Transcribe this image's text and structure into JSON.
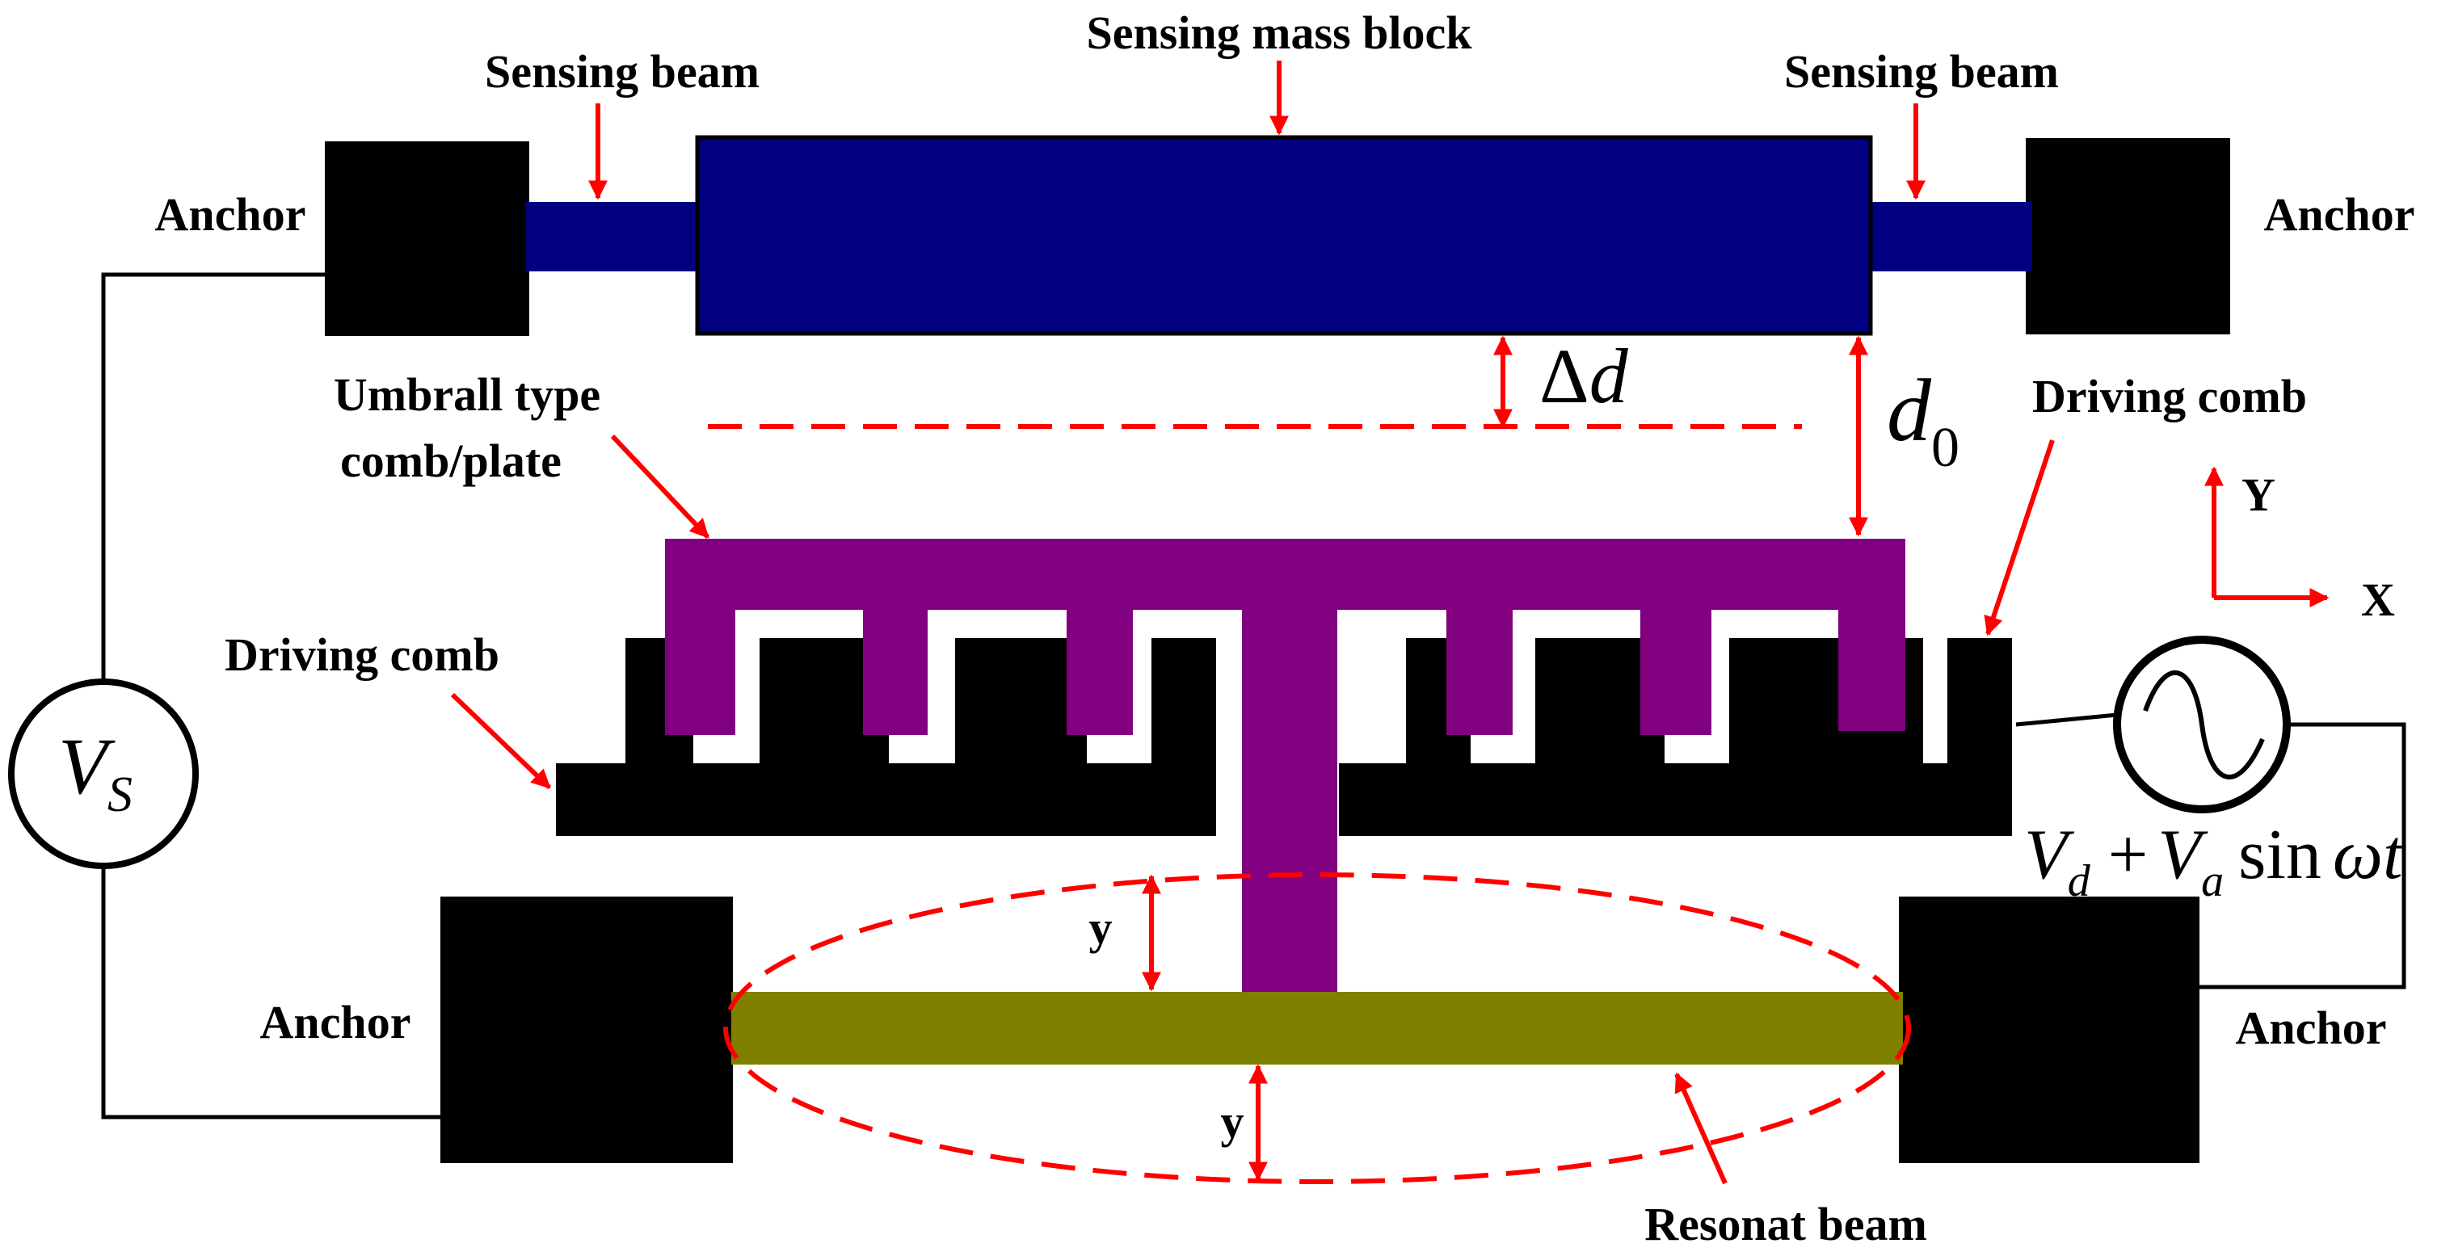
{
  "labels": {
    "sensing_mass_block": "Sensing mass block",
    "sensing_beam_left": "Sensing beam",
    "sensing_beam_right": "Sensing beam",
    "anchor_top_left": "Anchor",
    "anchor_top_right": "Anchor",
    "anchor_bottom_left": "Anchor",
    "anchor_bottom_right": "Anchor",
    "umbrella_line1": "Umbrall type",
    "umbrella_line2": "comb/plate",
    "driving_comb_left": "Driving comb",
    "driving_comb_right": "Driving comb",
    "resonant_beam": "Resonat beam",
    "y_upper": "y",
    "y_lower": "y",
    "axis_y": "Y",
    "axis_x": "X"
  },
  "math": {
    "delta_symbol": "Δ",
    "delta_var": "d",
    "d0_var": "d",
    "d0_sub": "0",
    "vs_var": "V",
    "vs_sub": "S",
    "drive_v1": "V",
    "drive_sub_d": "d",
    "drive_plus": "+",
    "drive_v2": "V",
    "drive_sub_a": "a",
    "drive_sin": "sin",
    "drive_omega_t": "ωt"
  },
  "colors": {
    "sensing_mass": "#000080",
    "comb_plate": "#800080",
    "resonant_beam": "#808000",
    "anchor": "#000000",
    "annotation": "#ff0000",
    "wire": "#000000"
  }
}
